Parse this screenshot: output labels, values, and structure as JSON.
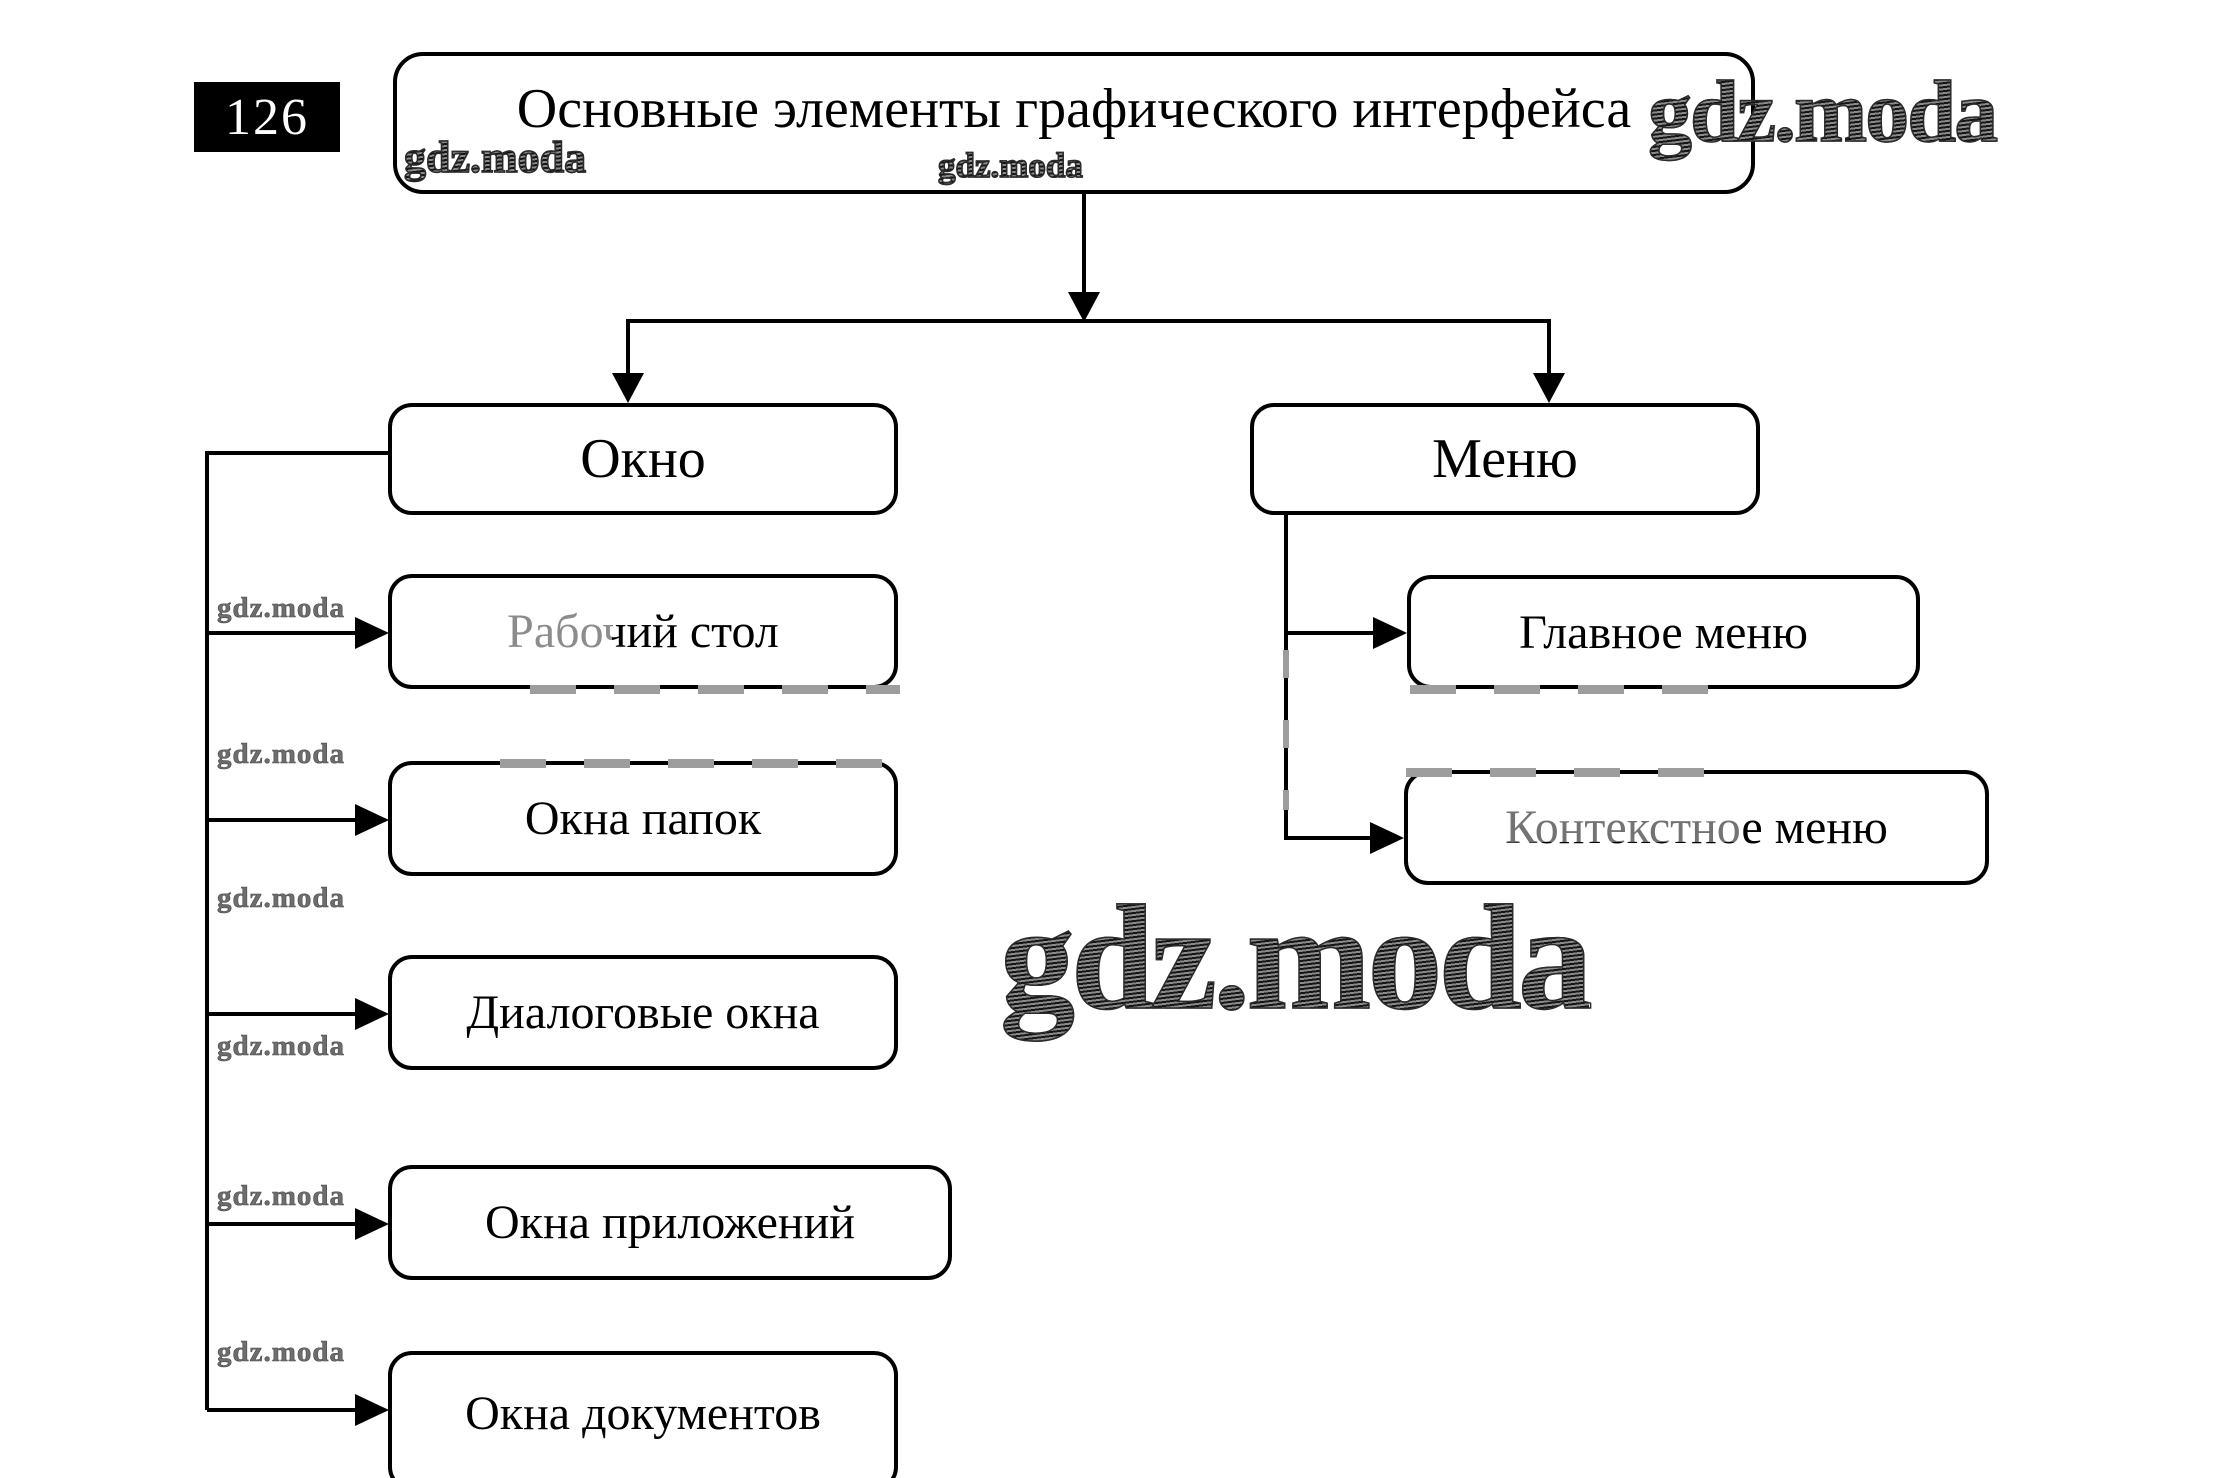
{
  "page": {
    "number": "126"
  },
  "watermark": {
    "text": "gdz.moda"
  },
  "diagram": {
    "title": "Основные элементы графического интерфейса",
    "window": {
      "label": "Окно",
      "children": [
        {
          "label": "Рабочий стол"
        },
        {
          "label": "Окна папок"
        },
        {
          "label": "Диалоговые окна"
        },
        {
          "label": "Окна приложений"
        },
        {
          "label": "Окна документов"
        }
      ]
    },
    "menu": {
      "label": "Меню",
      "children": [
        {
          "label": "Главное меню"
        },
        {
          "label": "Контекстное меню"
        }
      ]
    },
    "colors": {
      "line": "#000000",
      "background": "#ffffff",
      "watermark_dark": "#3a3a3a",
      "watermark_gray": "#6d6d6d",
      "damage_gray": "#9d9d9d"
    }
  }
}
